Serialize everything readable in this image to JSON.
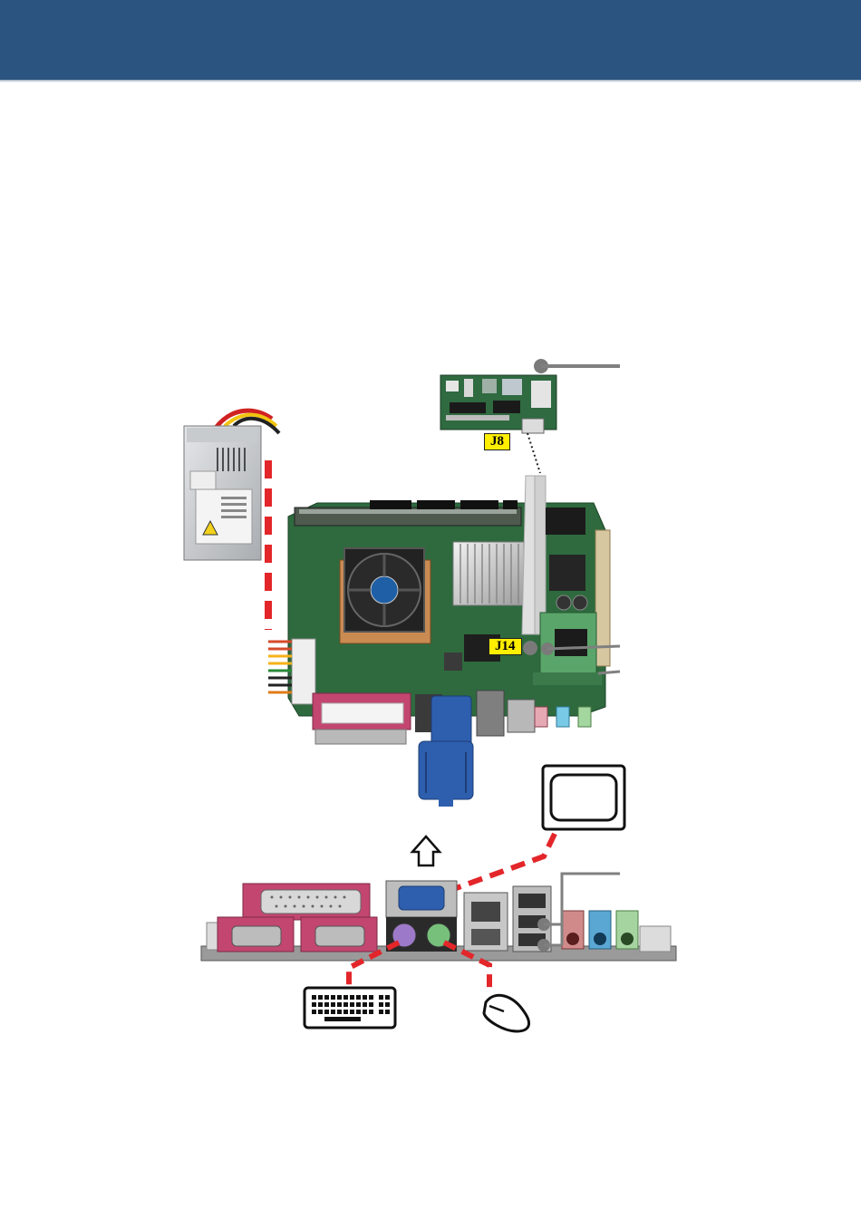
{
  "header": {
    "color": "#2b5481"
  },
  "labels": {
    "j8": "J8",
    "j14": "J14"
  },
  "colors": {
    "cable_dash": "#e3262a",
    "leader_line": "#808080",
    "board_green": "#2e6a3e",
    "vga_blue": "#2e5fae",
    "parallel_pink": "#c2466f"
  },
  "icons": [
    "monitor-icon",
    "keyboard-icon",
    "mouse-icon",
    "up-arrow-icon",
    "power-supply",
    "motherboard",
    "io-daughter-board",
    "rear-io-panel"
  ]
}
